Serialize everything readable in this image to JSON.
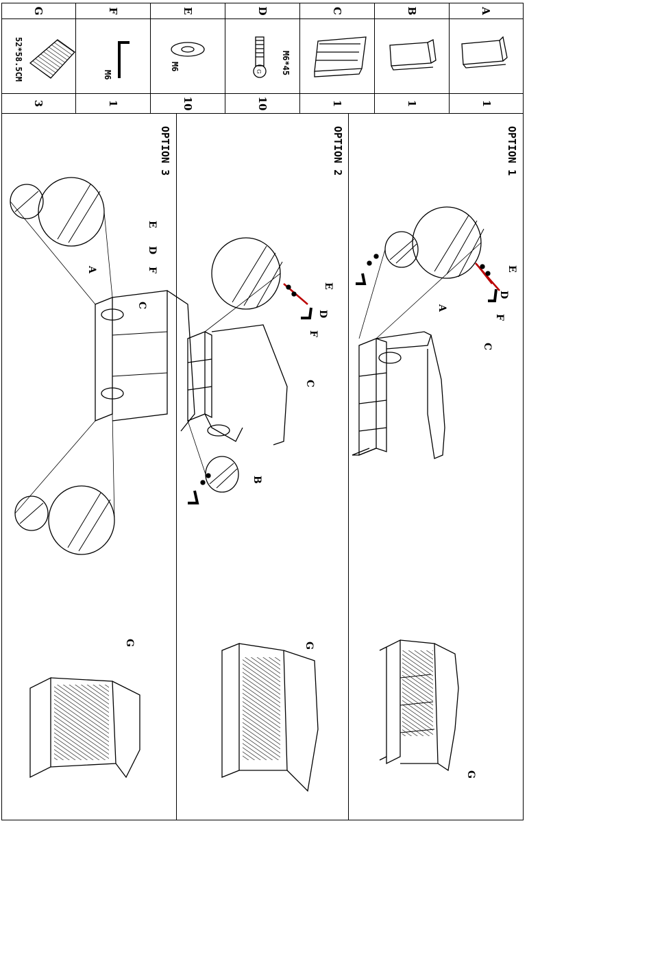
{
  "parts": [
    {
      "letter": "A",
      "qty": "1",
      "spec": "",
      "icon": "side-panel-a-icon"
    },
    {
      "letter": "B",
      "qty": "1",
      "spec": "",
      "icon": "side-panel-b-icon"
    },
    {
      "letter": "C",
      "qty": "1",
      "spec": "",
      "icon": "back-frame-icon"
    },
    {
      "letter": "D",
      "qty": "10",
      "spec": "M6*45",
      "icon": "bolt-icon"
    },
    {
      "letter": "E",
      "qty": "10",
      "spec": "M6",
      "icon": "washer-icon"
    },
    {
      "letter": "F",
      "qty": "1",
      "spec": "M6",
      "icon": "allen-key-icon"
    },
    {
      "letter": "G",
      "qty": "3",
      "spec": "52*58.5CM",
      "icon": "cushion-pad-icon"
    }
  ],
  "options": [
    {
      "label": "OPTION 1"
    },
    {
      "label": "OPTION 2"
    },
    {
      "label": "OPTION 3"
    }
  ],
  "callouts": {
    "a": "A",
    "b": "B",
    "c": "C",
    "d": "D",
    "e": "E",
    "f": "F",
    "g": "G"
  }
}
